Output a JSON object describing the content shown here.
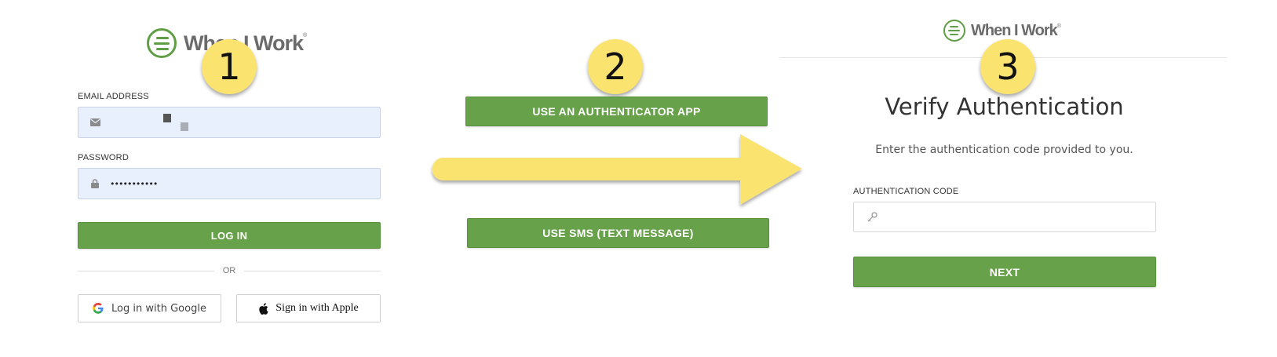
{
  "brand": {
    "name": "When I Work",
    "registered": "®",
    "color": "#67a14a"
  },
  "steps": [
    {
      "number": "1"
    },
    {
      "number": "2"
    },
    {
      "number": "3"
    }
  ],
  "login": {
    "email_label": "EMAIL ADDRESS",
    "email_value": "",
    "password_label": "PASSWORD",
    "password_value": "•••••••••••",
    "login_button": "LOG IN",
    "or_text": "OR",
    "google_button": "Log in with Google",
    "apple_button": "Sign in with Apple"
  },
  "methods": {
    "authenticator_button": "USE AN AUTHENTICATOR APP",
    "sms_button": "USE SMS (TEXT MESSAGE)"
  },
  "verify": {
    "title": "Verify Authentication",
    "subtitle": "Enter the authentication code provided to you.",
    "code_label": "AUTHENTICATION CODE",
    "code_value": "",
    "next_button": "NEXT"
  },
  "colors": {
    "badge": "#fbe36f",
    "arrow": "#fbe36f",
    "input_bg": "#e8f0fe"
  }
}
